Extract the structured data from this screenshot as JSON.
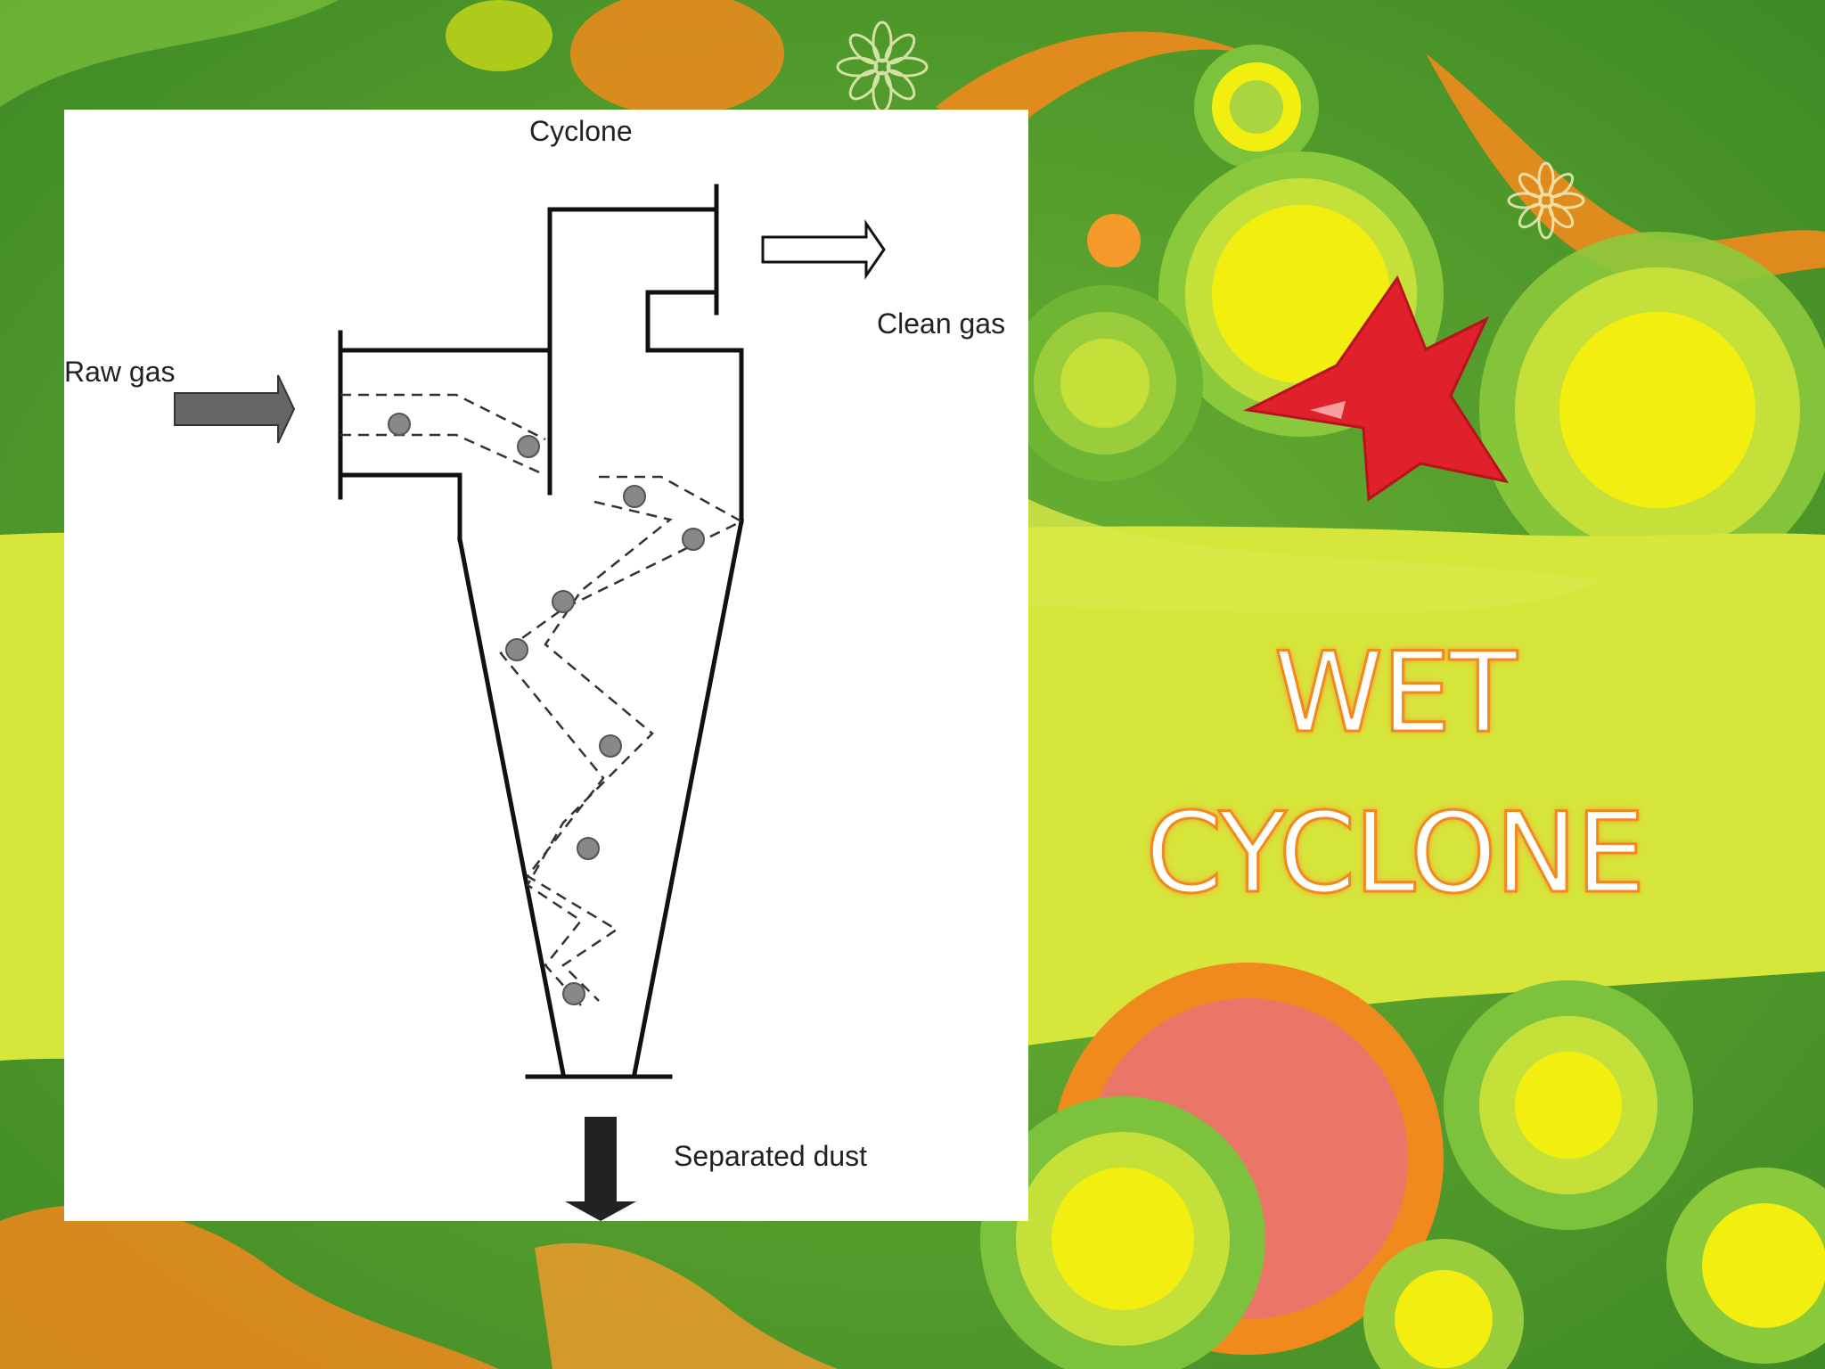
{
  "slide": {
    "title_line1": "WET",
    "title_line2": "CYCLONE"
  },
  "diagram": {
    "title": "Cyclone",
    "inlet_label": "Raw gas",
    "outlet_label": "Clean gas",
    "dust_label": "Separated dust"
  },
  "colors": {
    "background_green": "#4c9a2c",
    "band_lime": "#d6e63a",
    "accent_orange": "#f08a1c",
    "accent_yellow": "#f2ee10",
    "star_red": "#e0202a"
  },
  "icons": [
    "flower-icon",
    "star-icon",
    "arrow-right-icon",
    "arrow-down-icon"
  ]
}
